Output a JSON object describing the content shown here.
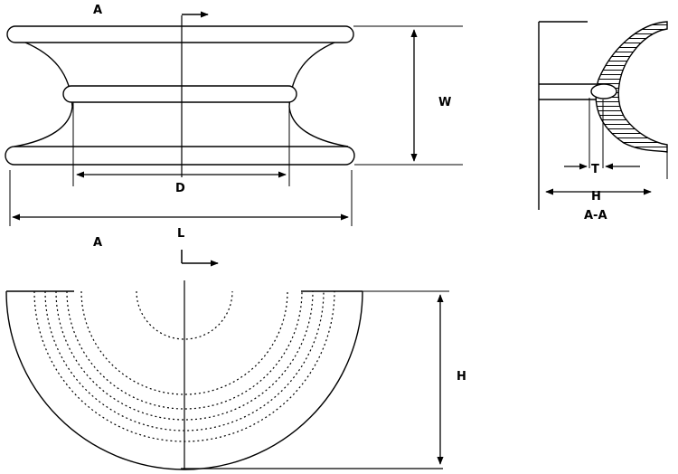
{
  "labels": {
    "section_mark_top": "A",
    "section_mark_bottom": "A",
    "width": "W",
    "diameter": "D",
    "length": "L",
    "height_section": "H",
    "thickness": "T",
    "section_title": "A-A",
    "height_bottom": "H"
  },
  "colors": {
    "line": "#000000",
    "background": "#ffffff"
  }
}
